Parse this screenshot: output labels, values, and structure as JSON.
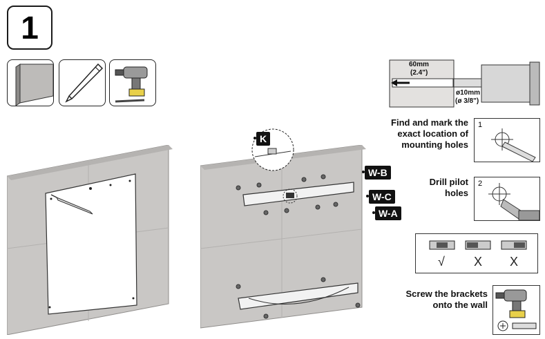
{
  "step": {
    "number": "1"
  },
  "tools": {
    "icons": [
      "wall-icon",
      "pencil-icon",
      "drill-icon"
    ]
  },
  "drill_spec": {
    "depth": "60mm",
    "depth_in": "(2.4\")",
    "diameter": "ø10mm",
    "diameter_in": "(ø 3/8\")"
  },
  "instructions": {
    "find_mark": [
      "Find and mark the",
      "exact location of",
      "mounting holes"
    ],
    "drill": "Drill pilot holes",
    "screw": [
      "Screw the brackets",
      "onto the wall"
    ]
  },
  "panel_numbers": {
    "first": "1",
    "second": "2"
  },
  "callouts": {
    "k": "K",
    "wb": "W-B",
    "wc": "W-C",
    "wa": "W-A"
  },
  "level_check": {
    "ok": "√",
    "bad1": "X",
    "bad2": "X"
  },
  "colors": {
    "wall": "#c9c7c5",
    "wall_dark": "#a9a7a5",
    "ink": "#111111"
  }
}
